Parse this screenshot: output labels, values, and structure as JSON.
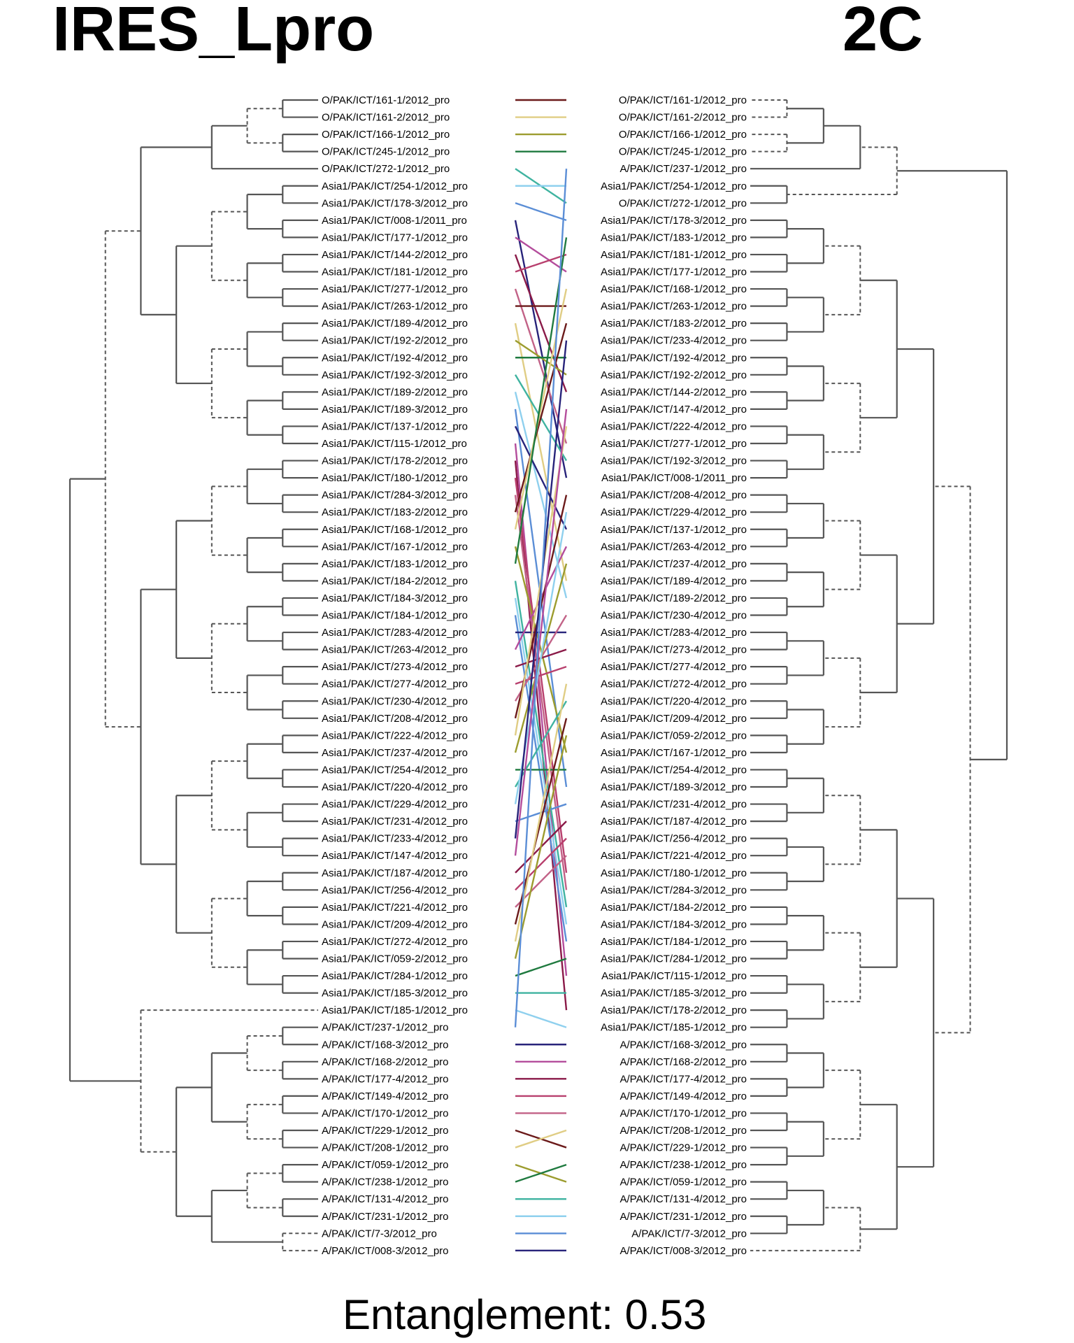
{
  "titles": {
    "left": "IRES_Lpro",
    "right": "2C"
  },
  "footer": "Entanglement: 0.53",
  "palette": [
    "#6b1a1a",
    "#e0cd84",
    "#9c9c2e",
    "#1f7a3f",
    "#3fb3a0",
    "#8fd0ee",
    "#5b8ed6",
    "#27237a",
    "#b44d9c",
    "#8a1a48",
    "#b8406e",
    "#c26287"
  ],
  "left_labels": [
    "O/PAK/ICT/161-1/2012_pro",
    "O/PAK/ICT/161-2/2012_pro",
    "O/PAK/ICT/166-1/2012_pro",
    "O/PAK/ICT/245-1/2012_pro",
    "O/PAK/ICT/272-1/2012_pro",
    "Asia1/PAK/ICT/254-1/2012_pro",
    "Asia1/PAK/ICT/178-3/2012_pro",
    "Asia1/PAK/ICT/008-1/2011_pro",
    "Asia1/PAK/ICT/177-1/2012_pro",
    "Asia1/PAK/ICT/144-2/2012_pro",
    "Asia1/PAK/ICT/181-1/2012_pro",
    "Asia1/PAK/ICT/277-1/2012_pro",
    "Asia1/PAK/ICT/263-1/2012_pro",
    "Asia1/PAK/ICT/189-4/2012_pro",
    "Asia1/PAK/ICT/192-2/2012_pro",
    "Asia1/PAK/ICT/192-4/2012_pro",
    "Asia1/PAK/ICT/192-3/2012_pro",
    "Asia1/PAK/ICT/189-2/2012_pro",
    "Asia1/PAK/ICT/189-3/2012_pro",
    "Asia1/PAK/ICT/137-1/2012_pro",
    "Asia1/PAK/ICT/115-1/2012_pro",
    "Asia1/PAK/ICT/178-2/2012_pro",
    "Asia1/PAK/ICT/180-1/2012_pro",
    "Asia1/PAK/ICT/284-3/2012_pro",
    "Asia1/PAK/ICT/183-2/2012_pro",
    "Asia1/PAK/ICT/168-1/2012_pro",
    "Asia1/PAK/ICT/167-1/2012_pro",
    "Asia1/PAK/ICT/183-1/2012_pro",
    "Asia1/PAK/ICT/184-2/2012_pro",
    "Asia1/PAK/ICT/184-3/2012_pro",
    "Asia1/PAK/ICT/184-1/2012_pro",
    "Asia1/PAK/ICT/283-4/2012_pro",
    "Asia1/PAK/ICT/263-4/2012_pro",
    "Asia1/PAK/ICT/273-4/2012_pro",
    "Asia1/PAK/ICT/277-4/2012_pro",
    "Asia1/PAK/ICT/230-4/2012_pro",
    "Asia1/PAK/ICT/208-4/2012_pro",
    "Asia1/PAK/ICT/222-4/2012_pro",
    "Asia1/PAK/ICT/237-4/2012_pro",
    "Asia1/PAK/ICT/254-4/2012_pro",
    "Asia1/PAK/ICT/220-4/2012_pro",
    "Asia1/PAK/ICT/229-4/2012_pro",
    "Asia1/PAK/ICT/231-4/2012_pro",
    "Asia1/PAK/ICT/233-4/2012_pro",
    "Asia1/PAK/ICT/147-4/2012_pro",
    "Asia1/PAK/ICT/187-4/2012_pro",
    "Asia1/PAK/ICT/256-4/2012_pro",
    "Asia1/PAK/ICT/221-4/2012_pro",
    "Asia1/PAK/ICT/209-4/2012_pro",
    "Asia1/PAK/ICT/272-4/2012_pro",
    "Asia1/PAK/ICT/059-2/2012_pro",
    "Asia1/PAK/ICT/284-1/2012_pro",
    "Asia1/PAK/ICT/185-3/2012_pro",
    "Asia1/PAK/ICT/185-1/2012_pro",
    "A/PAK/ICT/237-1/2012_pro",
    "A/PAK/ICT/168-3/2012_pro",
    "A/PAK/ICT/168-2/2012_pro",
    "A/PAK/ICT/177-4/2012_pro",
    "A/PAK/ICT/149-4/2012_pro",
    "A/PAK/ICT/170-1/2012_pro",
    "A/PAK/ICT/229-1/2012_pro",
    "A/PAK/ICT/208-1/2012_pro",
    "A/PAK/ICT/059-1/2012_pro",
    "A/PAK/ICT/238-1/2012_pro",
    "A/PAK/ICT/131-4/2012_pro",
    "A/PAK/ICT/231-1/2012_pro",
    "A/PAK/ICT/7-3/2012_pro",
    "A/PAK/ICT/008-3/2012_pro"
  ],
  "right_labels": [
    "O/PAK/ICT/161-1/2012_pro",
    "O/PAK/ICT/161-2/2012_pro",
    "O/PAK/ICT/166-1/2012_pro",
    "O/PAK/ICT/245-1/2012_pro",
    "A/PAK/ICT/237-1/2012_pro",
    "Asia1/PAK/ICT/254-1/2012_pro",
    "O/PAK/ICT/272-1/2012_pro",
    "Asia1/PAK/ICT/178-3/2012_pro",
    "Asia1/PAK/ICT/183-1/2012_pro",
    "Asia1/PAK/ICT/181-1/2012_pro",
    "Asia1/PAK/ICT/177-1/2012_pro",
    "Asia1/PAK/ICT/168-1/2012_pro",
    "Asia1/PAK/ICT/263-1/2012_pro",
    "Asia1/PAK/ICT/183-2/2012_pro",
    "Asia1/PAK/ICT/233-4/2012_pro",
    "Asia1/PAK/ICT/192-4/2012_pro",
    "Asia1/PAK/ICT/192-2/2012_pro",
    "Asia1/PAK/ICT/144-2/2012_pro",
    "Asia1/PAK/ICT/147-4/2012_pro",
    "Asia1/PAK/ICT/222-4/2012_pro",
    "Asia1/PAK/ICT/277-1/2012_pro",
    "Asia1/PAK/ICT/192-3/2012_pro",
    "Asia1/PAK/ICT/008-1/2011_pro",
    "Asia1/PAK/ICT/208-4/2012_pro",
    "Asia1/PAK/ICT/229-4/2012_pro",
    "Asia1/PAK/ICT/137-1/2012_pro",
    "Asia1/PAK/ICT/263-4/2012_pro",
    "Asia1/PAK/ICT/237-4/2012_pro",
    "Asia1/PAK/ICT/189-4/2012_pro",
    "Asia1/PAK/ICT/189-2/2012_pro",
    "Asia1/PAK/ICT/230-4/2012_pro",
    "Asia1/PAK/ICT/283-4/2012_pro",
    "Asia1/PAK/ICT/273-4/2012_pro",
    "Asia1/PAK/ICT/277-4/2012_pro",
    "Asia1/PAK/ICT/272-4/2012_pro",
    "Asia1/PAK/ICT/220-4/2012_pro",
    "Asia1/PAK/ICT/209-4/2012_pro",
    "Asia1/PAK/ICT/059-2/2012_pro",
    "Asia1/PAK/ICT/167-1/2012_pro",
    "Asia1/PAK/ICT/254-4/2012_pro",
    "Asia1/PAK/ICT/189-3/2012_pro",
    "Asia1/PAK/ICT/231-4/2012_pro",
    "Asia1/PAK/ICT/187-4/2012_pro",
    "Asia1/PAK/ICT/256-4/2012_pro",
    "Asia1/PAK/ICT/221-4/2012_pro",
    "Asia1/PAK/ICT/180-1/2012_pro",
    "Asia1/PAK/ICT/284-3/2012_pro",
    "Asia1/PAK/ICT/184-2/2012_pro",
    "Asia1/PAK/ICT/184-3/2012_pro",
    "Asia1/PAK/ICT/184-1/2012_pro",
    "Asia1/PAK/ICT/284-1/2012_pro",
    "Asia1/PAK/ICT/115-1/2012_pro",
    "Asia1/PAK/ICT/185-3/2012_pro",
    "Asia1/PAK/ICT/178-2/2012_pro",
    "Asia1/PAK/ICT/185-1/2012_pro",
    "A/PAK/ICT/168-3/2012_pro",
    "A/PAK/ICT/168-2/2012_pro",
    "A/PAK/ICT/177-4/2012_pro",
    "A/PAK/ICT/149-4/2012_pro",
    "A/PAK/ICT/170-1/2012_pro",
    "A/PAK/ICT/208-1/2012_pro",
    "A/PAK/ICT/229-1/2012_pro",
    "A/PAK/ICT/238-1/2012_pro",
    "A/PAK/ICT/059-1/2012_pro",
    "A/PAK/ICT/131-4/2012_pro",
    "A/PAK/ICT/231-1/2012_pro",
    "A/PAK/ICT/7-3/2012_pro",
    "A/PAK/ICT/008-3/2012_pro"
  ]
}
